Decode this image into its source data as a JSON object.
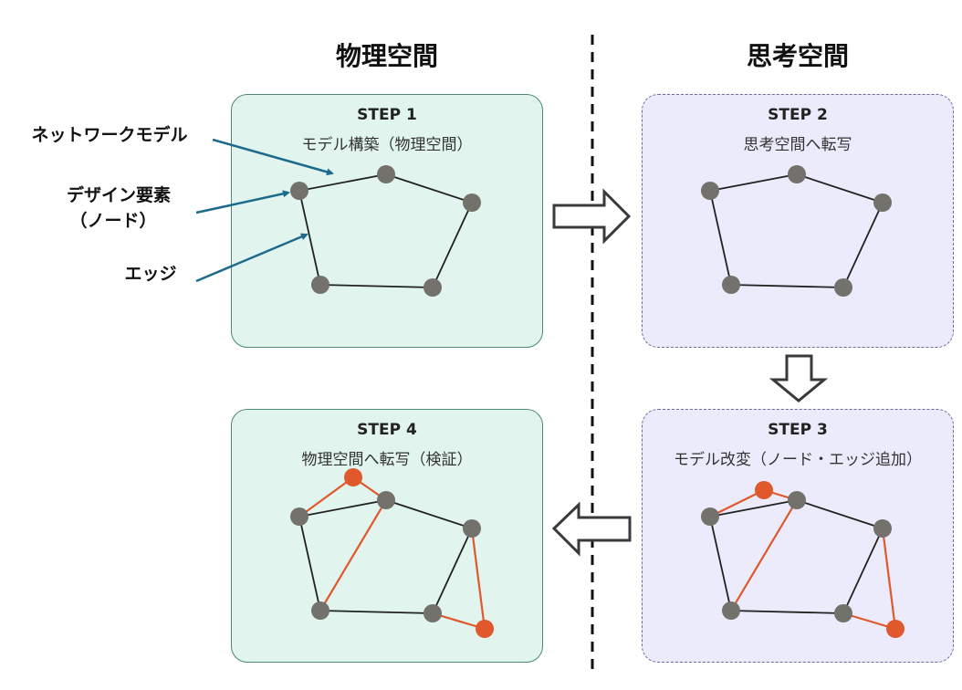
{
  "headers": {
    "physical_space": "物理空間",
    "thought_space": "思考空間"
  },
  "annotations": {
    "network_model": "ネットワークモデル",
    "design_element_line1": "デザイン要素",
    "design_element_line2": "（ノード）",
    "edge": "エッジ"
  },
  "steps": [
    {
      "label": "STEP 1",
      "subtitle": "モデル構築（物理空間）",
      "space": "physical"
    },
    {
      "label": "STEP 2",
      "subtitle": "思考空間へ転写",
      "space": "thought"
    },
    {
      "label": "STEP 3",
      "subtitle": "モデル改変（ノード・エッジ追加）",
      "space": "thought"
    },
    {
      "label": "STEP 4",
      "subtitle": "物理空間へ転写（検証）",
      "space": "physical"
    }
  ],
  "graph": {
    "base_nodes": [
      "A",
      "B",
      "C",
      "D",
      "E"
    ],
    "base_edges": [
      [
        "A",
        "B"
      ],
      [
        "B",
        "C"
      ],
      [
        "C",
        "E"
      ],
      [
        "E",
        "D"
      ],
      [
        "D",
        "A"
      ]
    ],
    "added_nodes": [
      "F",
      "G"
    ],
    "added_edges": [
      [
        "A",
        "F"
      ],
      [
        "F",
        "B"
      ],
      [
        "B",
        "D"
      ],
      [
        "C",
        "G"
      ],
      [
        "E",
        "G"
      ]
    ]
  },
  "colors": {
    "physical_bg": "#e1f4ee",
    "physical_border": "#4d8a76",
    "thought_bg": "#ebebfb",
    "thought_border": "#6b6a9a",
    "node": "#72716c",
    "added": "#e0582c",
    "edge": "#222222",
    "annotation_arrow": "#1d6a8c"
  },
  "flow_arrows": [
    "step1-to-step2",
    "step2-to-step3",
    "step3-to-step4"
  ]
}
